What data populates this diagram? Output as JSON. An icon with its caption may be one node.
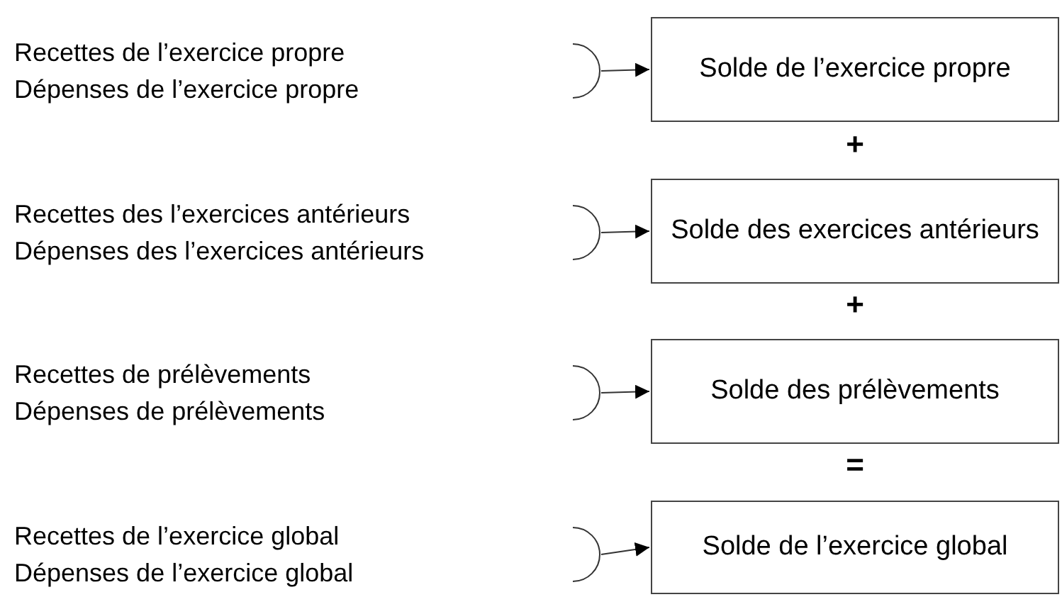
{
  "diagram": {
    "nodes": [
      {
        "text": [
          "Recettes de l’exercice propre",
          "Dépenses de l’exercice propre"
        ]
      },
      {
        "text": [
          "Solde de l’exercice propre"
        ]
      },
      {
        "text": [
          "Recettes des l’exercices antérieurs",
          "Dépenses des l’exercices antérieurs"
        ]
      },
      {
        "text": [
          "Solde des exercices antérieurs"
        ]
      },
      {
        "text": [
          "Recettes de prélèvements",
          "Dépenses de prélèvements"
        ]
      },
      {
        "text": [
          "Solde des prélèvements"
        ]
      },
      {
        "text": [
          "Recettes de l’exercice global",
          "Dépenses de l’exercice global"
        ]
      },
      {
        "text": [
          "Solde de l’exercice global"
        ]
      }
    ],
    "edges": [
      {
        "from": 0,
        "to": 1,
        "arrow": "to"
      },
      {
        "from": 2,
        "to": 3,
        "arrow": "to"
      },
      {
        "from": 4,
        "to": 5,
        "arrow": "to"
      },
      {
        "from": 6,
        "to": 7,
        "arrow": "to"
      }
    ],
    "labels": [
      "+",
      "+",
      "="
    ]
  }
}
